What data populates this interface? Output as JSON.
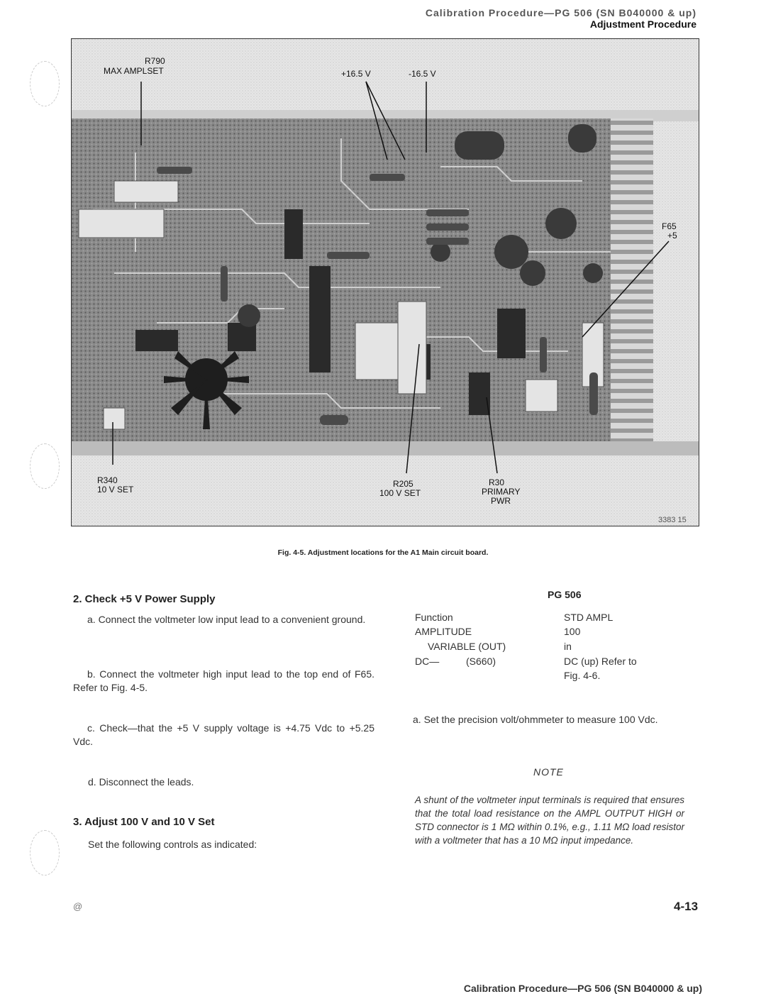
{
  "header": {
    "running_title": "Calibration Procedure—PG 506 (SN B040000 & up)",
    "section": "Adjustment Procedure"
  },
  "figure": {
    "labels": {
      "r790": "R790",
      "max_amplset": "MAX AMPLSET",
      "plus165": "+16.5 V",
      "minus165": "-16.5 V",
      "f65": "F65",
      "plus5": "+5",
      "r340": "R340",
      "r340_desc": "10 V SET",
      "r205": "R205",
      "r205_desc": "100 V SET",
      "r30": "R30",
      "r30_desc1": "PRIMARY",
      "r30_desc2": "PWR",
      "fig_number": "3383 15"
    },
    "caption": "Fig. 4-5. Adjustment locations for the A1 Main circuit board."
  },
  "section2": {
    "heading": "2. Check +5 V Power Supply",
    "a": "a. Connect the voltmeter low input lead to a convenient ground.",
    "b": "b. Connect the voltmeter high input lead to the top end of F65. Refer to Fig. 4-5.",
    "c": "c. Check—that the +5 V supply voltage is +4.75 Vdc to +5.25 Vdc.",
    "d": "d. Disconnect the leads."
  },
  "section3": {
    "heading": "3. Adjust 100 V and 10 V Set",
    "intro": "Set the following controls as indicated:"
  },
  "controls": {
    "title": "PG 506",
    "rows": [
      {
        "name": "Function",
        "value": "STD AMPL"
      },
      {
        "name": "AMPLITUDE",
        "value": "100"
      },
      {
        "name": "VARIABLE (OUT)",
        "value": "in"
      },
      {
        "name": "DC—",
        "value": "DC (up) Refer to"
      },
      {
        "name": "(S660)",
        "value": "Fig. 4-6."
      }
    ]
  },
  "step_a": "a. Set the precision volt/ohmmeter to measure 100 Vdc.",
  "note": {
    "title": "NOTE",
    "text": "A shunt of the voltmeter input terminals is required that ensures that the total load resistance on the AMPL OUTPUT HIGH or STD connector is 1 MΩ within 0.1%, e.g., 1.11 MΩ load resistor with a voltmeter that has a 10 MΩ input impedance."
  },
  "page_footer": {
    "symbol": "@",
    "page_number": "4-13",
    "running_title": "Calibration Procedure—PG 506 (SN B040000 & up)"
  },
  "colors": {
    "board_dark": "#2a2a2a",
    "board_mid": "#6e6e6e",
    "board_light": "#bdbdbd",
    "chassis": "#d9d9d9"
  }
}
